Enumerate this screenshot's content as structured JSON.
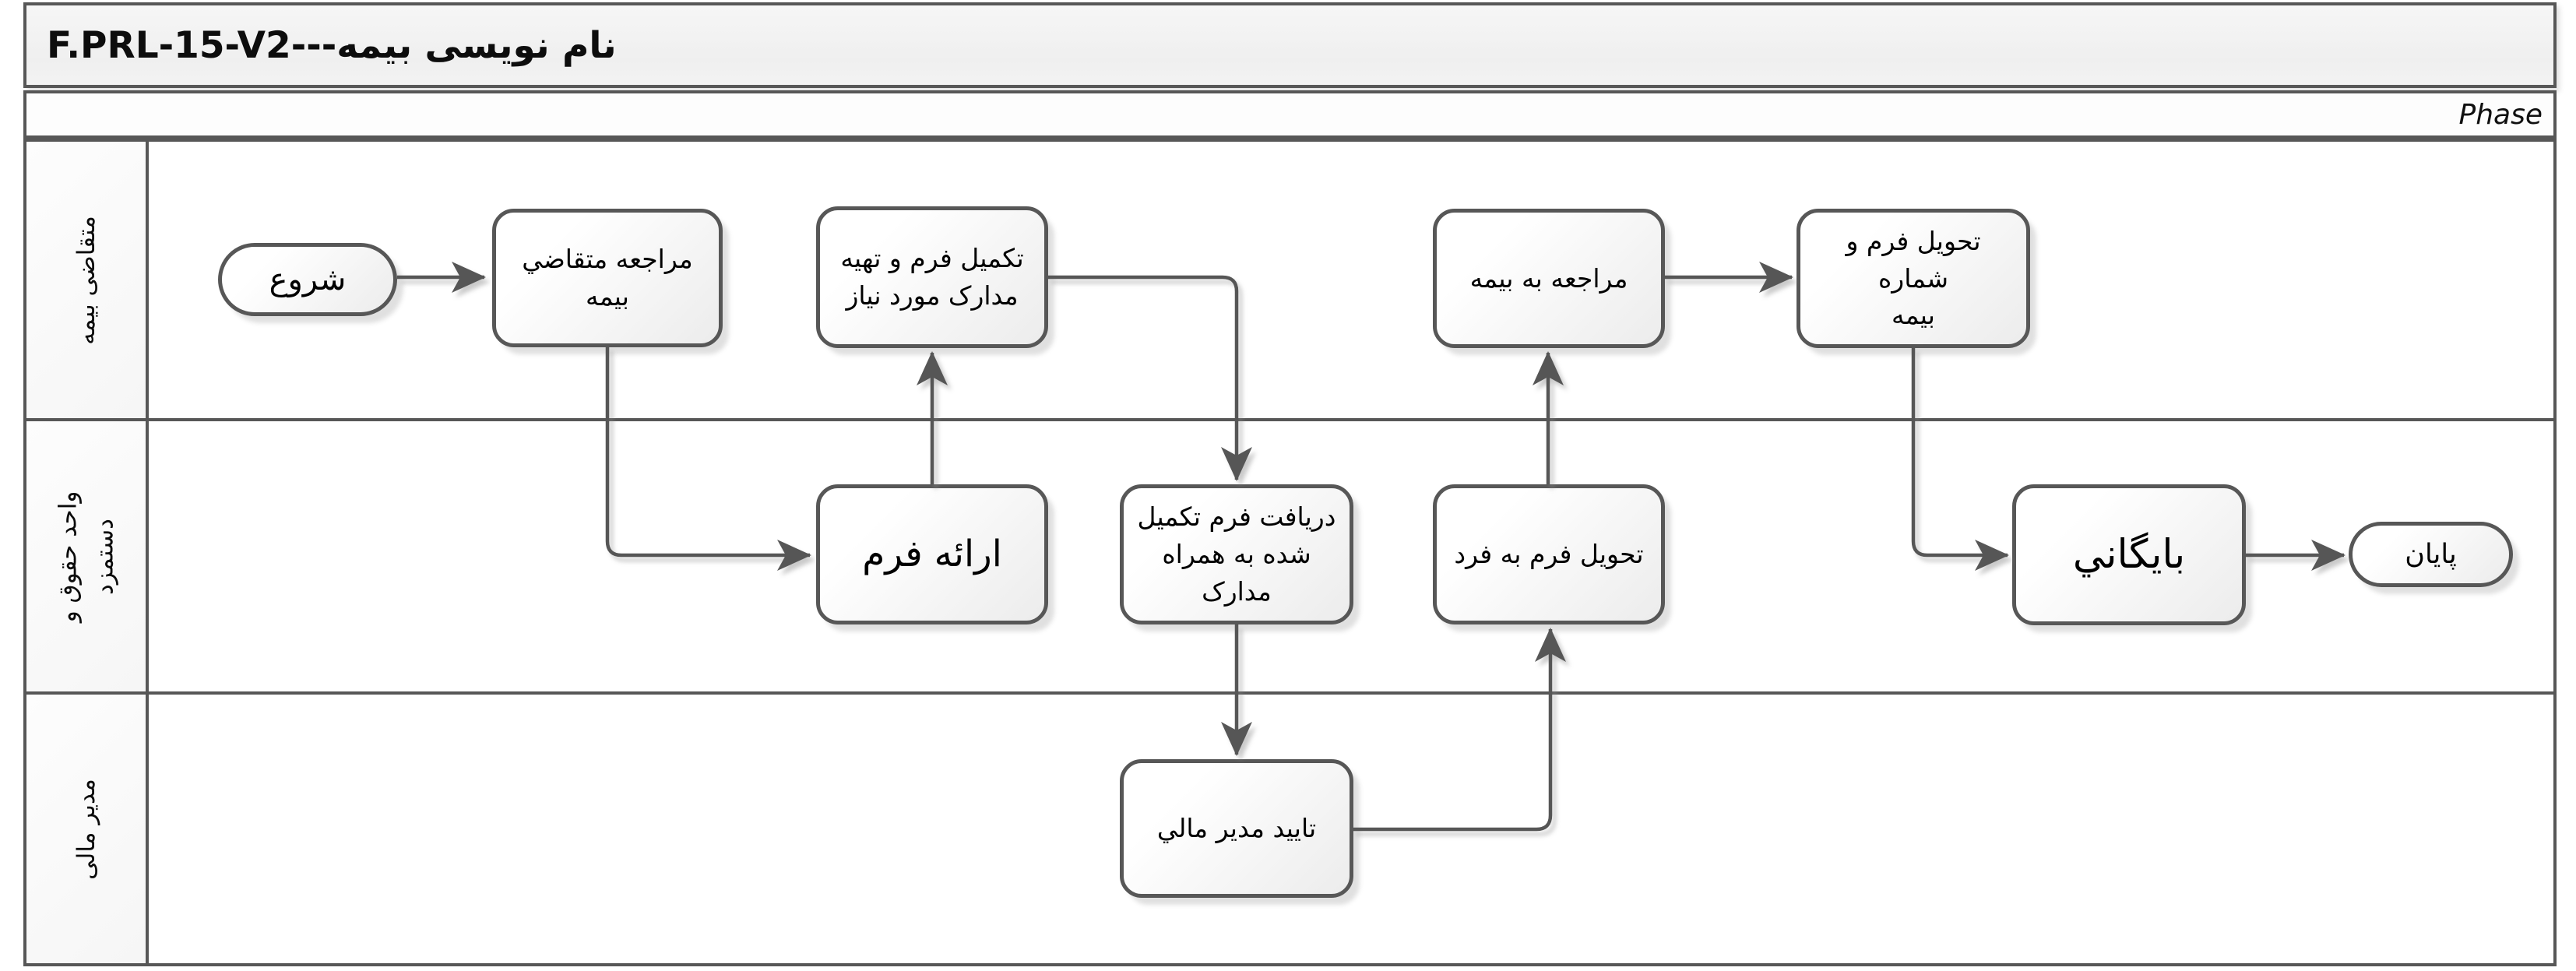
{
  "header": {
    "title": "F.PRL-15-V2---نام نویسی بیمه",
    "phase_label": "Phase"
  },
  "lanes": [
    {
      "id": "insurance-applicant",
      "label": "متقاضی بیمه"
    },
    {
      "id": "payroll-unit",
      "label": "واحد حقوق و\nدستمزد"
    },
    {
      "id": "finance-manager",
      "label": "مدیر مالی"
    }
  ],
  "nodes": {
    "start": {
      "type": "terminator",
      "label": "شروع"
    },
    "applicant_visit": {
      "type": "process",
      "label": "مراجعه متقاضي بيمه"
    },
    "fill_form": {
      "type": "process",
      "label": "تکمیل فرم و تهیه\nمدارک مورد نیاز"
    },
    "visit_insurance": {
      "type": "process",
      "label": "مراجعه به بیمه"
    },
    "deliver_form_number": {
      "type": "process",
      "label": "تحویل فرم و شماره\nبیمه"
    },
    "provide_form": {
      "type": "process",
      "label": "ارائه فرم"
    },
    "receive_form": {
      "type": "process",
      "label": "دریافت فرم تکمیل\nشده به همراه مدارک"
    },
    "deliver_form_person": {
      "type": "process",
      "label": "تحویل فرم به فرد"
    },
    "manager_approval": {
      "type": "process",
      "label": "تایید مدیر مالي"
    },
    "archive": {
      "type": "process",
      "label": "بایگاني"
    },
    "end": {
      "type": "terminator",
      "label": "پایان"
    }
  },
  "colors": {
    "line": "#575757",
    "border": "#575757",
    "title_background": "#f2f2f2",
    "shape_fill": "#ffffff",
    "text": "#000000"
  }
}
